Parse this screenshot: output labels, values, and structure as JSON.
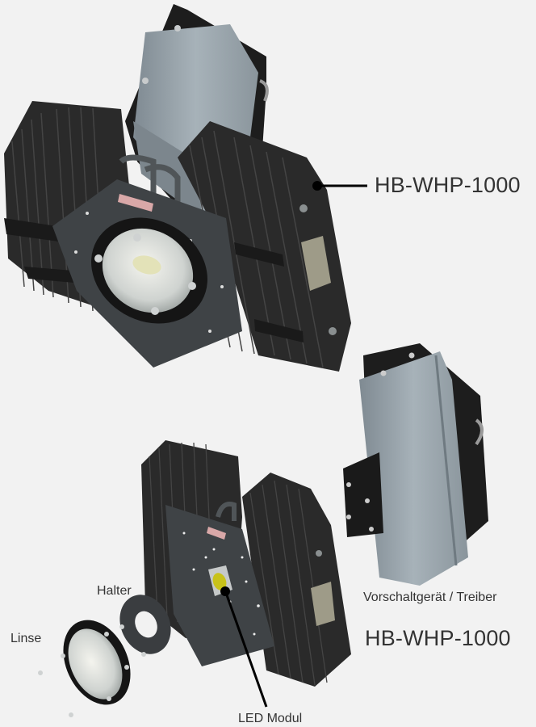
{
  "diagram": {
    "title": "HB-WHP-1000 exploded view",
    "background": "#f2f2f2",
    "colors": {
      "heatsink": "#2b2b2b",
      "plate": "#3e4245",
      "driver_housing": "#9aa5ad",
      "led_chip": "#c8c21a",
      "label_text": "#333333",
      "leader_line": "#000000"
    },
    "labels": {
      "top_model": "HB-WHP-1000",
      "bottom_model": "HB-WHP-1000",
      "driver": "Vorschaltgerät / Treiber",
      "holder": "Halter",
      "lens": "Linse",
      "led_module": "LED Modul"
    }
  }
}
